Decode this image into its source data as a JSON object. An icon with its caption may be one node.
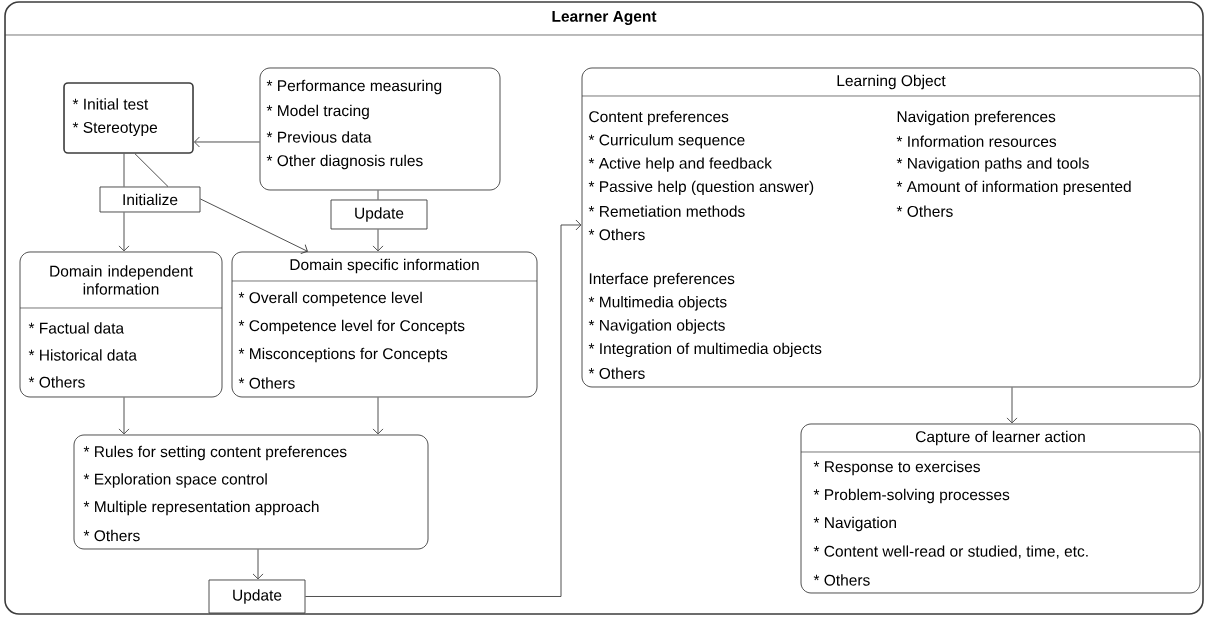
{
  "diagram": {
    "nodes": [
      {
        "text": [
          "Learner Agent"
        ]
      },
      {
        "text": [
          "* Initial test",
          "* Stereotype"
        ],
        "in": 0
      },
      {
        "text": [
          "* Performance measuring",
          "* Model tracing",
          "* Previous data",
          "* Other diagnosis rules"
        ],
        "in": 0
      },
      {
        "text": [
          "Initialize"
        ],
        "in": 0
      },
      {
        "text": [
          "Update"
        ],
        "in": 0
      },
      {
        "text": [
          "Domain independent information",
          "* Factual data",
          "* Historical data",
          "* Others"
        ],
        "in": 0
      },
      {
        "text": [
          "Domain specific information",
          "* Overall competence level",
          "* Competence level for Concepts",
          "* Misconceptions for Concepts",
          "* Others"
        ],
        "in": 0
      },
      {
        "text": [
          "* Rules for setting content preferences",
          "* Exploration space control",
          "* Multiple representation approach",
          "* Others"
        ],
        "in": 0
      },
      {
        "text": [
          "Update"
        ],
        "in": 0
      },
      {
        "text": [
          "Learning Object",
          "Content preferences",
          "* Curriculum sequence",
          "* Active help and feedback",
          "* Passive help (question answer)",
          "* Remetiation methods",
          "* Others",
          "Interface preferences",
          "* Multimedia objects",
          "* Navigation objects",
          "* Integration of multimedia objects",
          "* Others",
          "Navigation preferences",
          "* Information resources",
          "* Navigation paths and tools",
          "* Amount of information presented",
          "* Others"
        ],
        "in": 0
      },
      {
        "text": [
          "Capture of learner action",
          "* Response to exercises",
          "* Problem-solving processes",
          "* Navigation",
          "* Content well-read or studied, time, etc.",
          "* Others"
        ],
        "in": 0
      }
    ],
    "edges": [
      {
        "from": 2,
        "to": 1,
        "arrow": "to"
      },
      {
        "from": 1,
        "to": 3,
        "arrow": "none"
      },
      {
        "from": 1,
        "to": 3,
        "arrow": "none"
      },
      {
        "from": 3,
        "to": 5,
        "arrow": "to"
      },
      {
        "from": 3,
        "to": 6,
        "arrow": "to"
      },
      {
        "from": 2,
        "to": 4,
        "arrow": "none"
      },
      {
        "from": 4,
        "to": 6,
        "arrow": "to"
      },
      {
        "from": 5,
        "to": 7,
        "arrow": "to"
      },
      {
        "from": 6,
        "to": 7,
        "arrow": "to"
      },
      {
        "from": 7,
        "to": 8,
        "arrow": "to"
      },
      {
        "from": 8,
        "to": 9,
        "arrow": "to"
      },
      {
        "from": 9,
        "to": 10,
        "arrow": "to"
      }
    ]
  }
}
